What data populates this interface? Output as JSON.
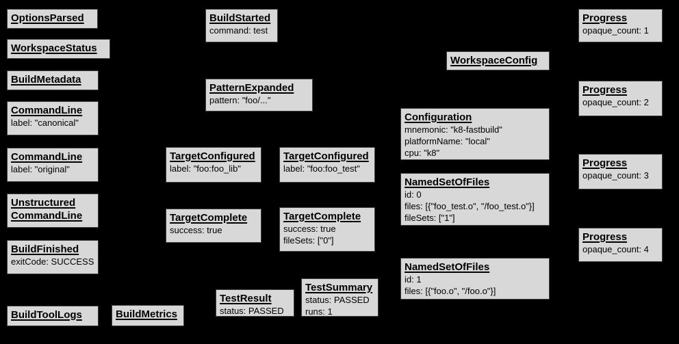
{
  "diagram": {
    "description": "Build event protocol graph",
    "background_color": "#000000",
    "box_fill_color": "#d8d8d8",
    "box_border_color": "#3f3f3f",
    "nodes": [
      {
        "id": "options-parsed",
        "title_lines": [
          "OptionsParsed"
        ],
        "lines": []
      },
      {
        "id": "workspace-status",
        "title_lines": [
          "WorkspaceStatus"
        ],
        "lines": []
      },
      {
        "id": "build-metadata",
        "title_lines": [
          "BuildMetadata"
        ],
        "lines": []
      },
      {
        "id": "command-line-canonical",
        "title_lines": [
          "CommandLine"
        ],
        "lines": [
          "label: \"canonical\""
        ]
      },
      {
        "id": "command-line-original",
        "title_lines": [
          "CommandLine"
        ],
        "lines": [
          "label: \"original\""
        ]
      },
      {
        "id": "unstructured-command-line",
        "title_lines": [
          "Unstructured",
          "CommandLine"
        ],
        "lines": []
      },
      {
        "id": "build-finished",
        "title_lines": [
          "BuildFinished"
        ],
        "lines": [
          "exitCode: SUCCESS"
        ]
      },
      {
        "id": "build-tool-logs",
        "title_lines": [
          "BuildToolLogs"
        ],
        "lines": []
      },
      {
        "id": "build-metrics",
        "title_lines": [
          "BuildMetrics"
        ],
        "lines": []
      },
      {
        "id": "build-started",
        "title_lines": [
          "BuildStarted"
        ],
        "lines": [
          "command: test"
        ]
      },
      {
        "id": "pattern-expanded",
        "title_lines": [
          "PatternExpanded"
        ],
        "lines": [
          "pattern: \"foo/...\""
        ]
      },
      {
        "id": "target-configured-foo-lib",
        "title_lines": [
          "TargetConfigured"
        ],
        "lines": [
          "label: \"foo:foo_lib\""
        ]
      },
      {
        "id": "target-configured-foo-test",
        "title_lines": [
          "TargetConfigured"
        ],
        "lines": [
          "label: \"foo:foo_test\""
        ]
      },
      {
        "id": "target-complete-foo-lib",
        "title_lines": [
          "TargetComplete"
        ],
        "lines": [
          "success: true"
        ]
      },
      {
        "id": "target-complete-foo-test",
        "title_lines": [
          "TargetComplete"
        ],
        "lines": [
          "success: true",
          "fileSets: [\"0\"]"
        ]
      },
      {
        "id": "test-result",
        "title_lines": [
          "TestResult"
        ],
        "lines": [
          "status: PASSED"
        ]
      },
      {
        "id": "test-summary",
        "title_lines": [
          "TestSummary"
        ],
        "lines": [
          "status: PASSED",
          "runs: 1"
        ]
      },
      {
        "id": "workspace-config",
        "title_lines": [
          "WorkspaceConfig"
        ],
        "lines": []
      },
      {
        "id": "configuration",
        "title_lines": [
          "Configuration"
        ],
        "lines": [
          "mnemonic: \"k8-fastbuild\"",
          "platformName: \"local\"",
          "cpu: \"k8\""
        ]
      },
      {
        "id": "named-set-of-files-0",
        "title_lines": [
          "NamedSetOfFiles"
        ],
        "lines": [
          "id: 0",
          "files: [{\"foo_test.o\", \"/foo_test.o\"}]",
          "fileSets: [\"1\"]"
        ]
      },
      {
        "id": "named-set-of-files-1",
        "title_lines": [
          "NamedSetOfFiles"
        ],
        "lines": [
          "id: 1",
          "files: [{\"foo.o\", \"/foo.o\"}]"
        ]
      },
      {
        "id": "progress-1",
        "title_lines": [
          "Progress"
        ],
        "lines": [
          "opaque_count: 1"
        ]
      },
      {
        "id": "progress-2",
        "title_lines": [
          "Progress"
        ],
        "lines": [
          "opaque_count: 2"
        ]
      },
      {
        "id": "progress-3",
        "title_lines": [
          "Progress"
        ],
        "lines": [
          "opaque_count: 3"
        ]
      },
      {
        "id": "progress-4",
        "title_lines": [
          "Progress"
        ],
        "lines": [
          "opaque_count: 4"
        ]
      }
    ]
  }
}
